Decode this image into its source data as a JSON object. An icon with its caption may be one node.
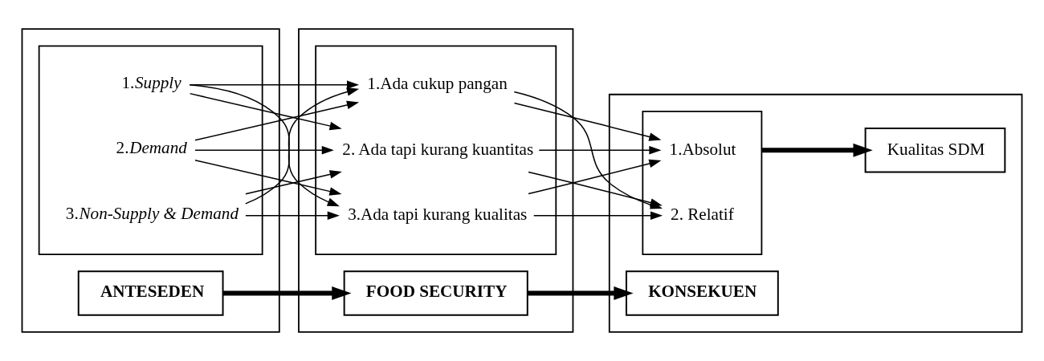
{
  "diagram": {
    "nodes": [
      {
        "text": [],
        "shape": "box"
      },
      {
        "text": [
          "ANTESEDEN"
        ],
        "in": 0
      },
      {
        "text": [],
        "shape": "box",
        "in": 0
      },
      {
        "text": [
          "1.*Supply*"
        ],
        "in": 2
      },
      {
        "text": [
          "2.*Demand*"
        ],
        "in": 2
      },
      {
        "text": [
          "3.*Non-Supply & Demand*"
        ],
        "in": 2
      },
      {
        "text": [],
        "shape": "box"
      },
      {
        "text": [
          "FOOD SECURITY"
        ],
        "in": 6
      },
      {
        "text": [],
        "shape": "box",
        "in": 6
      },
      {
        "text": [
          "1.Ada cukup pangan"
        ],
        "in": 8
      },
      {
        "text": [
          "2. Ada tapi kurang kuantitas"
        ],
        "in": 8
      },
      {
        "text": [
          "3.Ada tapi kurang kualitas"
        ],
        "in": 8
      },
      {
        "text": [],
        "shape": "box"
      },
      {
        "text": [
          "KONSEKUEN"
        ],
        "in": 12
      },
      {
        "text": [],
        "shape": "box",
        "in": 12
      },
      {
        "text": [
          "1.Absolut"
        ],
        "in": 14
      },
      {
        "text": [
          "2. Relatif"
        ],
        "in": 14
      },
      {
        "text": [
          "Kualitas SDM"
        ],
        "in": 12
      }
    ],
    "edges": [
      {
        "from": 1,
        "to": 7,
        "arrow": "to",
        "style": "thick"
      },
      {
        "from": 7,
        "to": 13,
        "arrow": "to",
        "style": "thick"
      },
      {
        "from": 3,
        "to": 9,
        "arrow": "to"
      },
      {
        "from": 3,
        "to": 10,
        "arrow": "to"
      },
      {
        "from": 3,
        "to": 11,
        "arrow": "to"
      },
      {
        "from": 4,
        "to": 9,
        "arrow": "to"
      },
      {
        "from": 4,
        "to": 10,
        "arrow": "to"
      },
      {
        "from": 4,
        "to": 11,
        "arrow": "to"
      },
      {
        "from": 5,
        "to": 9,
        "arrow": "to"
      },
      {
        "from": 5,
        "to": 10,
        "arrow": "to"
      },
      {
        "from": 5,
        "to": 11,
        "arrow": "to"
      },
      {
        "from": 9,
        "to": 15,
        "arrow": "to"
      },
      {
        "from": 9,
        "to": 16,
        "arrow": "to"
      },
      {
        "from": 10,
        "to": 15,
        "arrow": "to"
      },
      {
        "from": 10,
        "to": 16,
        "arrow": "to"
      },
      {
        "from": 11,
        "to": 15,
        "arrow": "to"
      },
      {
        "from": 11,
        "to": 16,
        "arrow": "to"
      },
      {
        "from": 14,
        "to": 17,
        "arrow": "to",
        "style": "thick"
      }
    ]
  }
}
